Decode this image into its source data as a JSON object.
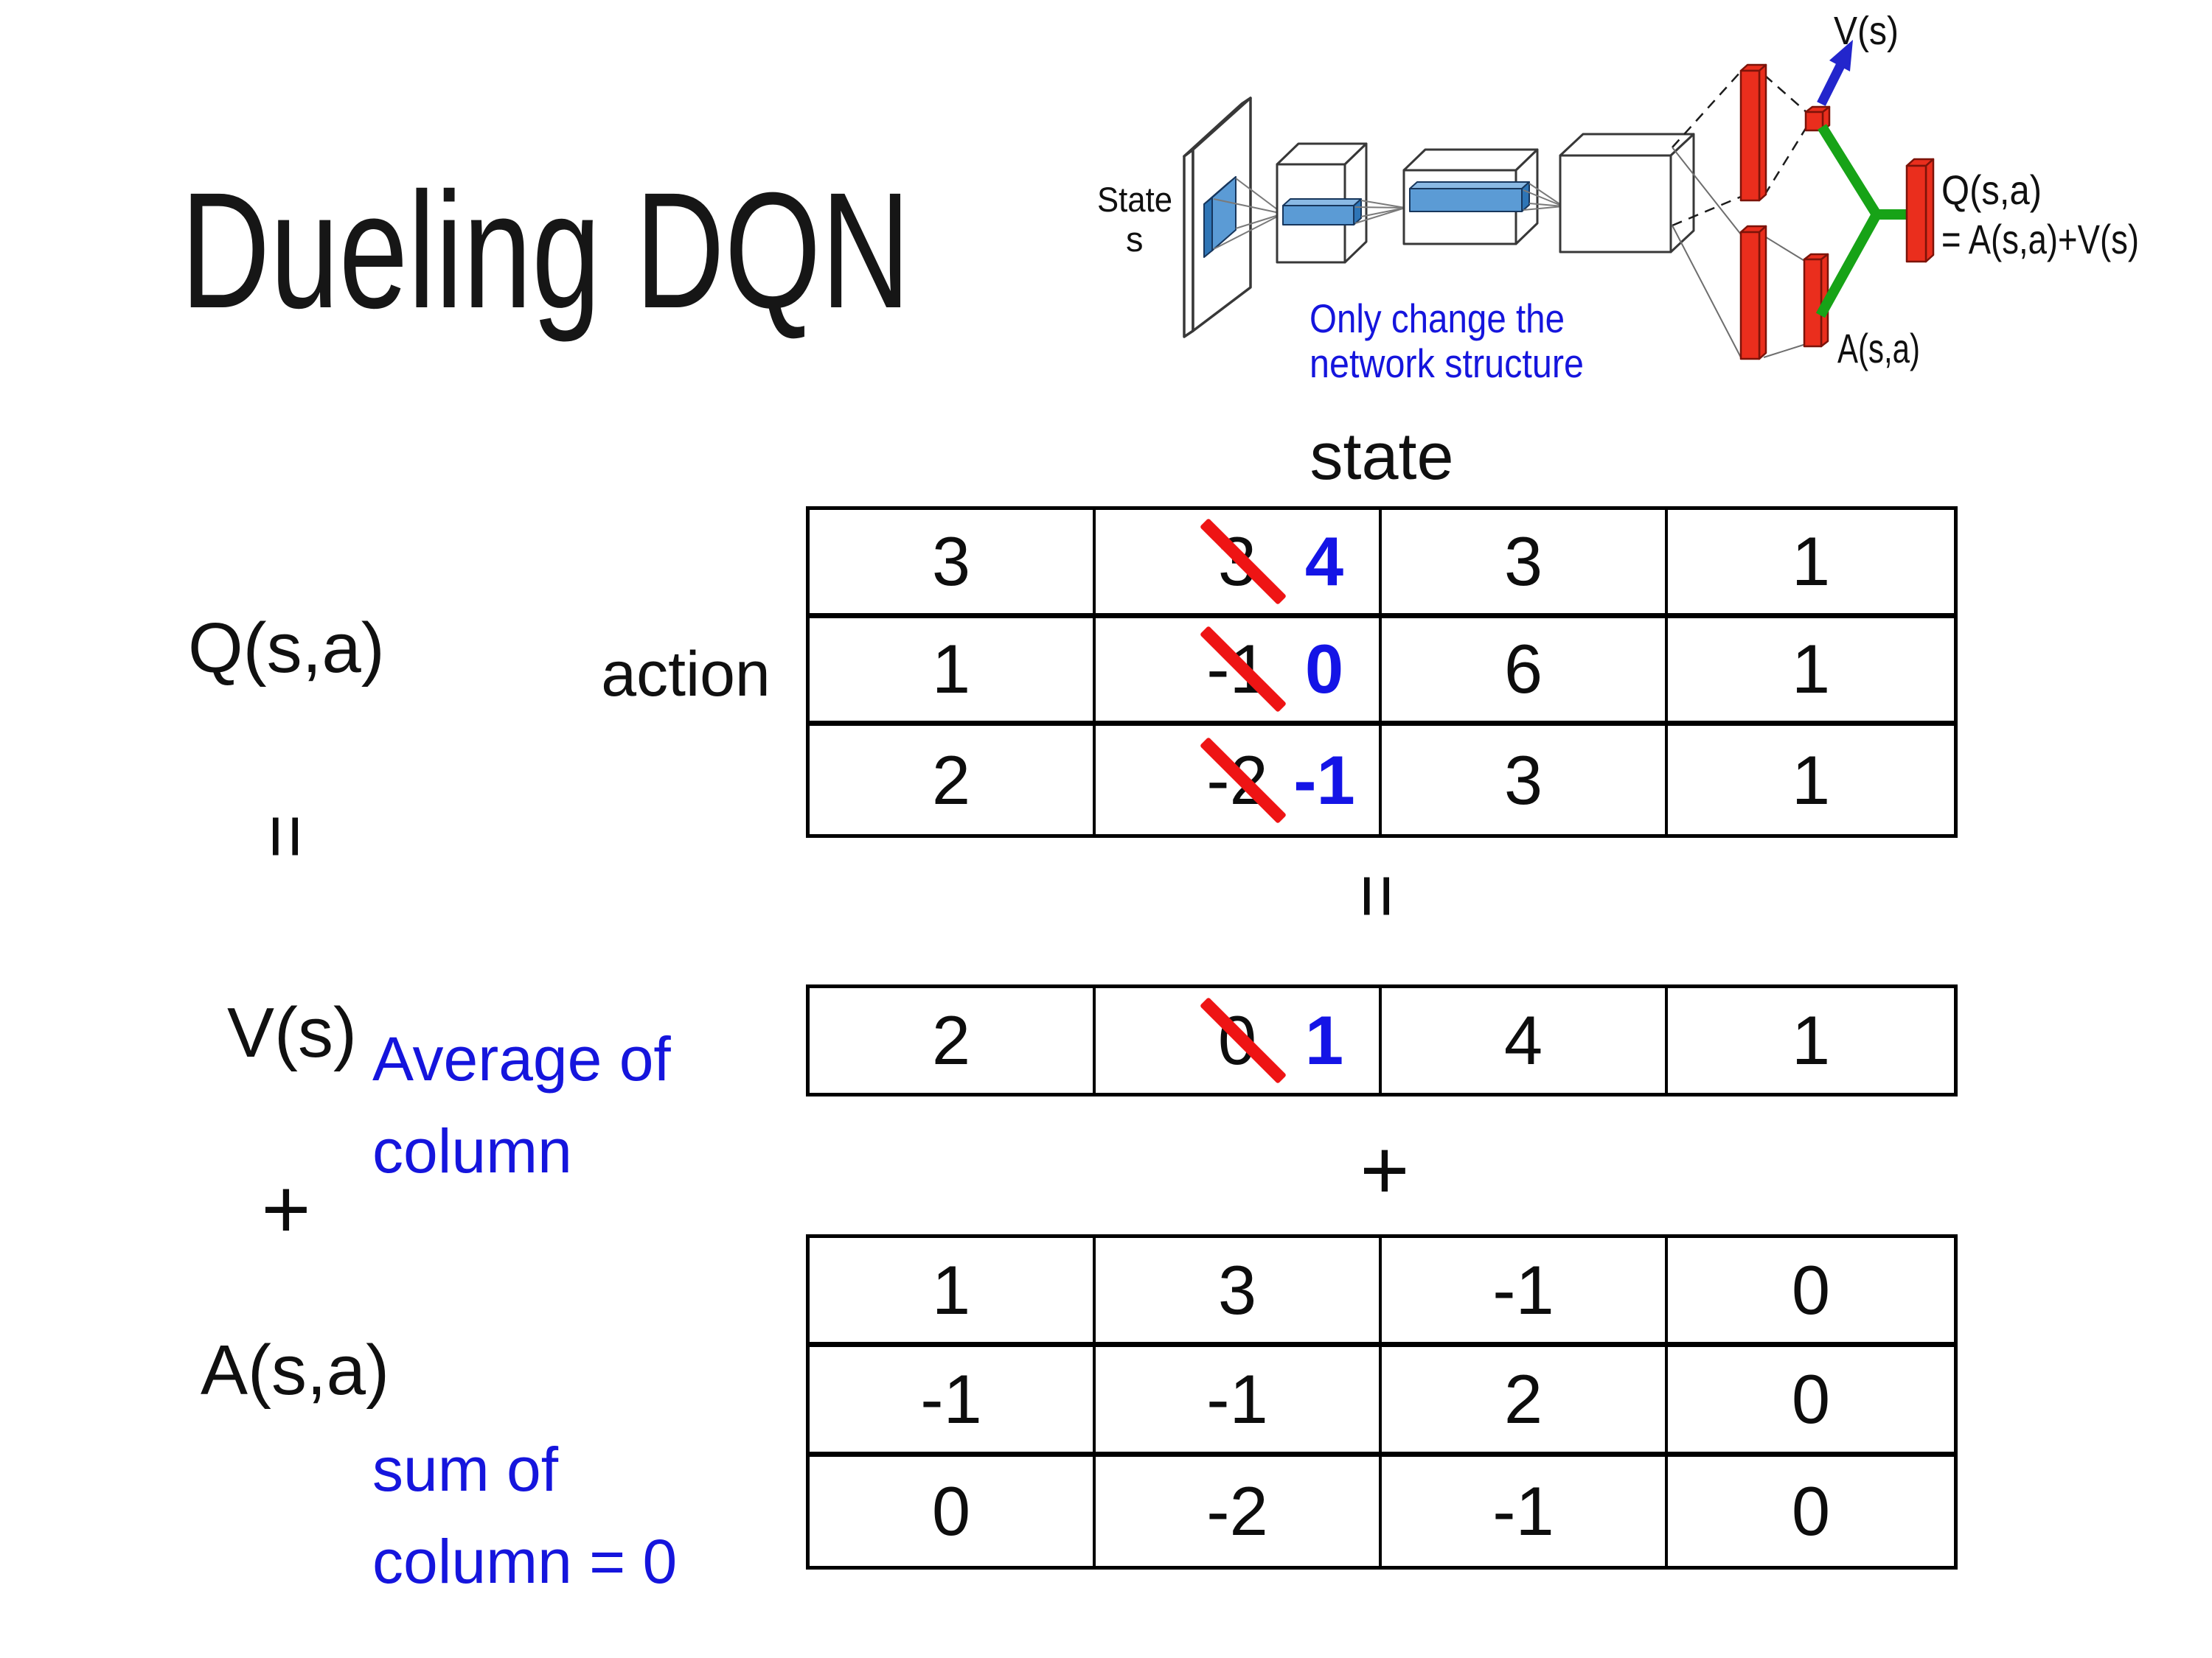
{
  "slide": {
    "title": "Dueling DQN",
    "background": "#ffffff"
  },
  "diagram": {
    "input_label_line1": "State",
    "input_label_line2": "s",
    "note_line1": "Only change the",
    "note_line2": "network structure",
    "v_output_label": "V(s)",
    "a_output_label": "A(s,a)",
    "q_output_label_line1": "Q(s,a)",
    "q_output_label_line2": "= A(s,a)+V(s)",
    "colors": {
      "conv_blue": "#5b9bd5",
      "fc_red": "#ea2e1d",
      "merge_green": "#17a317",
      "arrow_blue": "#2326cc",
      "note_blue": "#1515dd"
    }
  },
  "decomposition": {
    "q_label": "Q(s,a)",
    "equals": "=",
    "v_label": "V(s)",
    "plus": "+",
    "a_label": "A(s,a)",
    "v_note_line1": "Average of",
    "v_note_line2": "column",
    "a_note_line1": "sum of",
    "a_note_line2": "column = 0"
  },
  "matrix": {
    "state_header": "state",
    "action_label": "action",
    "equals_between": "=",
    "plus_between": "+",
    "correction_color": "#1414e6",
    "strike_color": "#ee1414",
    "q_rows": [
      {
        "c0": "3",
        "c1_old": "3",
        "c1_new": "4",
        "c2": "3",
        "c3": "1"
      },
      {
        "c0": "1",
        "c1_old": "-1",
        "c1_new": "0",
        "c2": "6",
        "c3": "1"
      },
      {
        "c0": "2",
        "c1_old": "-2",
        "c1_new": "-1",
        "c2": "3",
        "c3": "1"
      }
    ],
    "v_row": {
      "c0": "2",
      "c1_old": "0",
      "c1_new": "1",
      "c2": "4",
      "c3": "1"
    },
    "a_rows": [
      {
        "c0": "1",
        "c1": "3",
        "c2": "-1",
        "c3": "0"
      },
      {
        "c0": "-1",
        "c1": "-1",
        "c2": "2",
        "c3": "0"
      },
      {
        "c0": "0",
        "c1": "-2",
        "c2": "-1",
        "c3": "0"
      }
    ]
  }
}
